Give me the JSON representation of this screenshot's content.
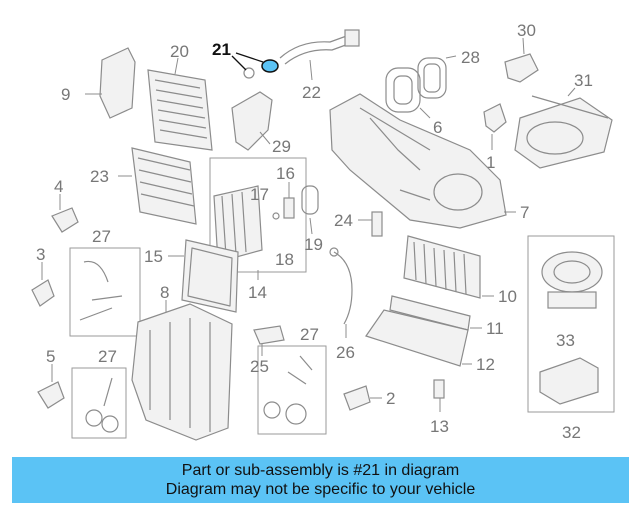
{
  "callouts": [
    "21",
    "20",
    "22",
    "28",
    "6",
    "30",
    "9",
    "31",
    "29",
    "1",
    "16",
    "23",
    "17",
    "4",
    "24",
    "7",
    "19",
    "18",
    "27",
    "3",
    "15",
    "14",
    "10",
    "8",
    "26",
    "11",
    "27",
    "25",
    "12",
    "5",
    "27",
    "33",
    "2",
    "13",
    "32"
  ],
  "banner": {
    "line1": "Part or sub-assembly is #21 in diagram",
    "line2": "Diagram may not be specific to your vehicle"
  },
  "colors": {
    "highlight_part": "#5bc3f5",
    "banner_bg": "#5bc3f5",
    "line_art": "#8c8c8c"
  }
}
